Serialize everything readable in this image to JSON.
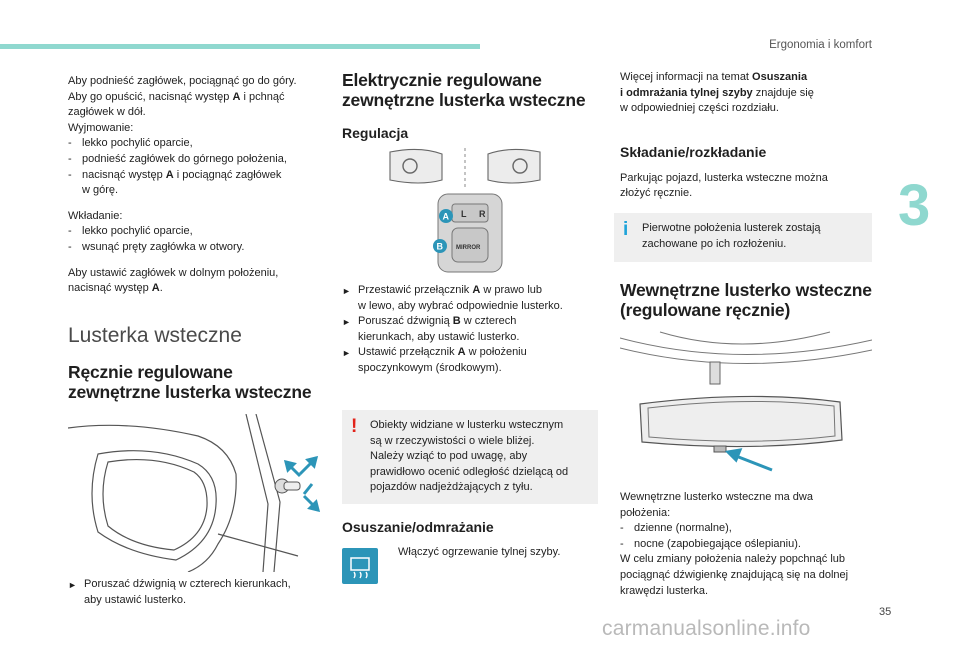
{
  "header": {
    "title": "Ergonomia i komfort",
    "chapter": "3",
    "page": "35",
    "watermark": "carmanualsonline.info"
  },
  "col1": {
    "p1": {
      "l1": "Aby podnieść zagłówek, pociągnąć go do góry.",
      "l2a": "Aby go opuścić, nacisnąć występ ",
      "l2b": "A",
      "l2c": " i pchnąć",
      "l3": "zagłówek w dół.",
      "l4": "Wyjmowanie:"
    },
    "remove": {
      "i1": "lekko pochylić oparcie,",
      "i2": "podnieść zagłówek do górnego położenia,",
      "i3a": "nacisnąć występ ",
      "i3b": "A",
      "i3c": " i pociągnąć zagłówek",
      "i3d": "w górę."
    },
    "insert_title": "Wkładanie:",
    "insert": {
      "i1": "lekko pochylić oparcie,",
      "i2": "wsunąć pręty zagłówka w otwory."
    },
    "low": {
      "l1": "Aby ustawić zagłówek w dolnym położeniu,",
      "l2a": "nacisnąć występ ",
      "l2b": "A",
      "l2c": "."
    },
    "section": "Lusterka wsteczne",
    "manual_title": {
      "l1": "Ręcznie regulowane",
      "l2": "zewnętrzne lusterka wsteczne"
    },
    "bullet": {
      "l1": "Poruszać dźwignią w czterech kierunkach,",
      "l2": "aby ustawić lusterko."
    }
  },
  "col2": {
    "title": {
      "l1": "Elektrycznie regulowane",
      "l2": "zewnętrzne lusterka wsteczne"
    },
    "sub": "Regulacja",
    "fig": {
      "a": "A",
      "b": "B",
      "l": "L",
      "r": "R",
      "mirror": "MIRROR"
    },
    "b1": {
      "l1a": "Przestawić przełącznik ",
      "l1b": "A",
      "l1c": " w prawo lub",
      "l2": "w lewo, aby wybrać odpowiednie lusterko."
    },
    "b2": {
      "l1a": "Poruszać dźwignią ",
      "l1b": "B",
      "l1c": " w czterech",
      "l2": "kierunkach, aby ustawić lusterko."
    },
    "b3": {
      "l1a": "Ustawić przełącznik ",
      "l1b": "A",
      "l1c": " w położeniu",
      "l2": "spoczynkowym (środkowym)."
    },
    "warning": {
      "l1": "Obiekty widziane w lusterku wstecznym",
      "l2": "są w rzeczywistości o wiele bliżej.",
      "l3": "Należy wziąć to pod uwagę, aby",
      "l4": "prawidłowo ocenić odległość dzielącą od",
      "l5": "pojazdów nadjeżdżających z tyłu."
    },
    "defrost_title": "Osuszanie/odmrażanie",
    "defrost_text": "Włączyć ogrzewanie tylnej szyby."
  },
  "col3": {
    "more": {
      "l1a": "Więcej informacji na temat ",
      "l1b": "Osuszania",
      "l2a": "i odmrażania tylnej szyby",
      "l2b": " znajduje się",
      "l3": "w odpowiedniej części rozdziału."
    },
    "fold_title": "Składanie/rozkładanie",
    "fold": {
      "l1": "Parkując pojazd, lusterka wsteczne można",
      "l2": "złożyć ręcznie."
    },
    "info": {
      "l1": "Pierwotne położenia lusterek zostają",
      "l2": "zachowane po ich rozłożeniu."
    },
    "inner_title": {
      "l1": "Wewnętrzne lusterko wsteczne",
      "l2": "(regulowane ręcznie)"
    },
    "text": {
      "l1": "Wewnętrzne lusterko wsteczne ma dwa",
      "l2": "położenia:",
      "i1": "dzienne (normalne),",
      "i2": "nocne (zapobiegające oślepianiu).",
      "l3": "W celu zmiany położenia należy popchnąć lub",
      "l4": "pociągnąć dźwigienkę znajdującą się na dolnej",
      "l5": "krawędzi lusterka."
    }
  },
  "colors": {
    "accent": "#8fd8cf",
    "badge": "#2c95b8",
    "warning": "#e2231a",
    "info": "#1fa3d9"
  }
}
